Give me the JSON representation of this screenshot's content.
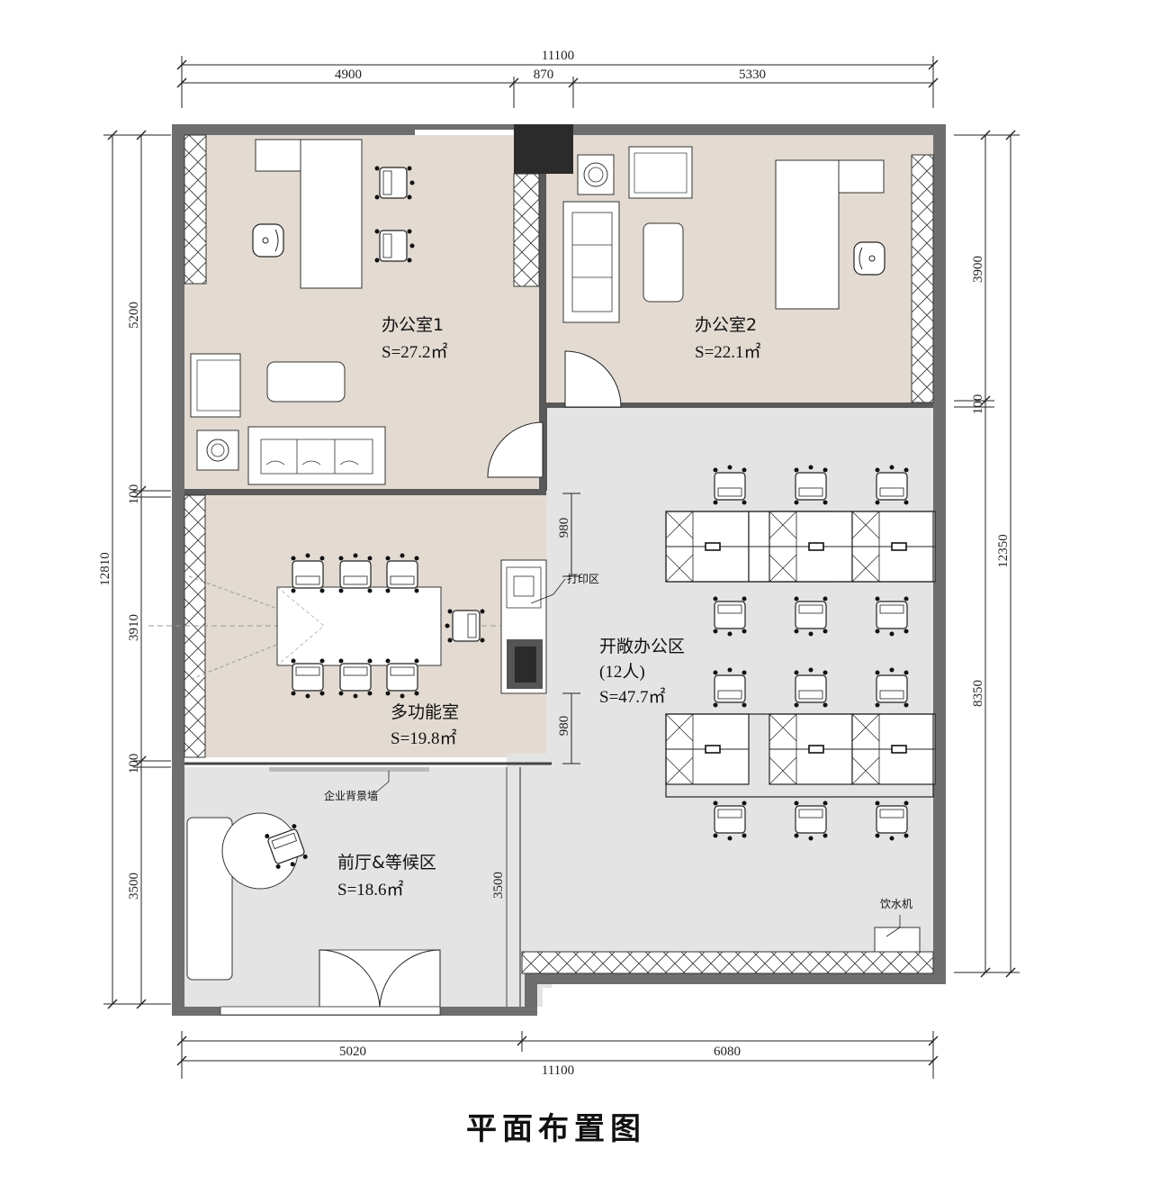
{
  "title": "平面布置图",
  "colors": {
    "wall": "#6e6e6e",
    "office_floor": "#e3dbd2",
    "open_floor": "#e4e4e4",
    "line": "#222222",
    "furniture": "#ffffff",
    "column": "#2b2b2b"
  },
  "dimensions": {
    "top_total": "11100",
    "top_left": "4900",
    "top_mid": "870",
    "top_right": "5330",
    "bottom_left": "5020",
    "bottom_right": "6080",
    "bottom_total": "11100",
    "left_total": "12810",
    "left_office": "5200",
    "left_gap1": "100",
    "left_multi": "3910",
    "left_gap2": "100",
    "left_lobby": "3500",
    "right_office2": "3900",
    "right_gap": "100",
    "right_open": "8350",
    "right_total": "12350",
    "inner_980_top": "980",
    "inner_980_bottom": "980",
    "inner_3500": "3500"
  },
  "rooms": {
    "office1": {
      "name": "办公室1",
      "area": "S=27.2㎡"
    },
    "office2": {
      "name": "办公室2",
      "area": "S=22.1㎡"
    },
    "multi": {
      "name": "多功能室",
      "area": "S=19.8㎡"
    },
    "open": {
      "name": "开敞办公区",
      "capacity": "(12人)",
      "area": "S=47.7㎡"
    },
    "lobby": {
      "name": "前厅&等候区",
      "area": "S=18.6㎡"
    }
  },
  "labels": {
    "print": "打印区",
    "backdrop": "企业背景墙",
    "water": "饮水机"
  }
}
